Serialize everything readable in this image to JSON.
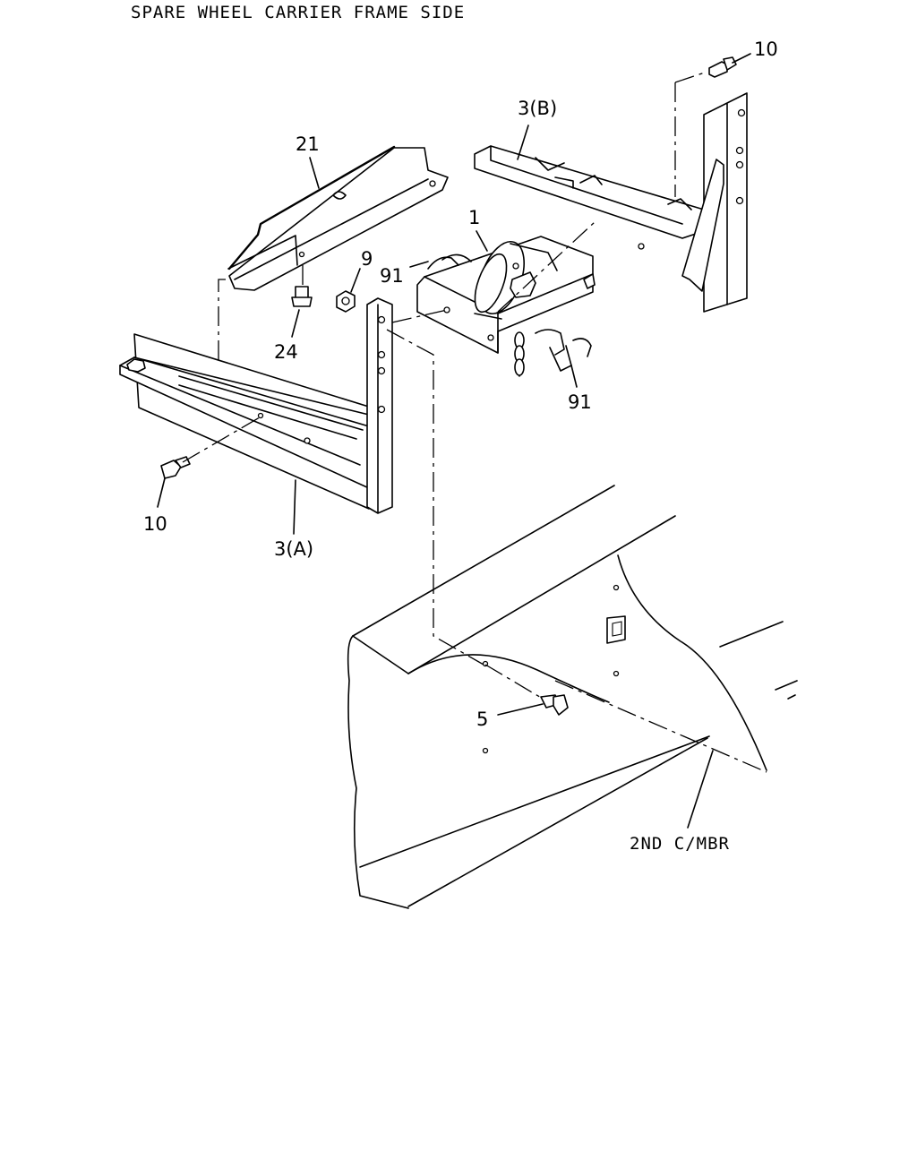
{
  "title": "SPARE WHEEL CARRIER FRAME SIDE",
  "callouts": {
    "c10_top": "10",
    "c3b": "3(B)",
    "c21": "21",
    "c1": "1",
    "c91_left": "91",
    "c9": "9",
    "c24": "24",
    "c91_right": "91",
    "c10_left": "10",
    "c3a": "3(A)",
    "c5": "5",
    "member": "2ND C/MBR"
  }
}
